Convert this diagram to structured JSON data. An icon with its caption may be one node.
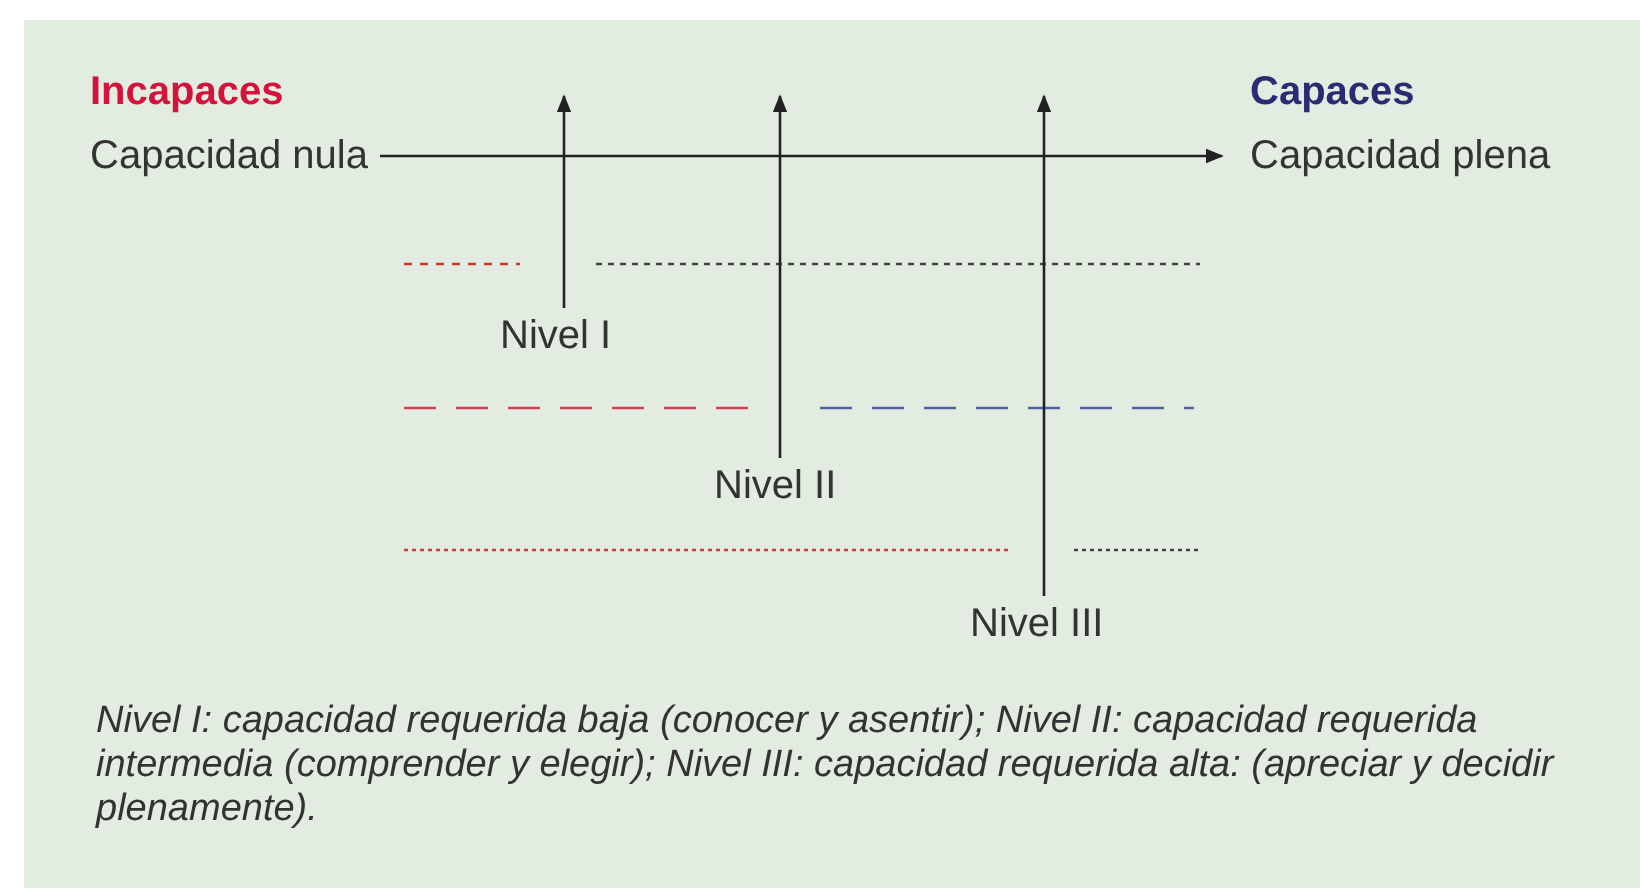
{
  "diagram": {
    "nodes": [
      {
        "text": [
          "Incapaces",
          "Capacidad nula"
        ]
      },
      {
        "text": [
          "Capaces",
          "Capacidad plena"
        ]
      },
      {
        "text": [
          "Nivel I"
        ]
      },
      {
        "text": [
          "Nivel II"
        ]
      },
      {
        "text": [
          "Nivel III"
        ]
      }
    ],
    "edges": [
      {
        "from": 0,
        "to": 1,
        "arrow": "to"
      },
      {
        "from": 2,
        "to": null,
        "arrow": "to"
      },
      {
        "from": 3,
        "to": null,
        "arrow": "to"
      },
      {
        "from": 4,
        "to": null,
        "arrow": "to"
      }
    ],
    "caption": "Nivel I: capacidad requerida baja (conocer y asentir); Nivel II: capacidad requerida intermedia (comprender y elegir); Nivel III: capacidad requerida alta: (apreciar y decidir plenamente)."
  }
}
